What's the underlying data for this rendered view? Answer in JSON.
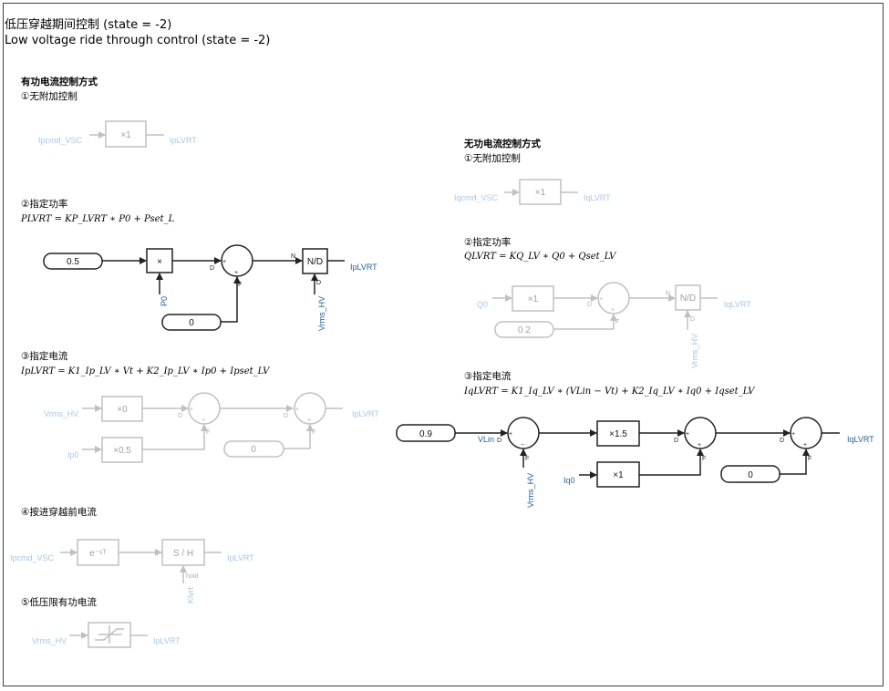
{
  "title_cn": "低压穿越期间控制 (state = -2)",
  "title_en": "Low voltage ride through control (state = -2)",
  "active": {
    "heading": "有功电流控制方式",
    "s1": {
      "label": "①无附加控制",
      "input": "Ipcmd_VSC",
      "gain": "×1",
      "output": "IpLVRT"
    },
    "s2": {
      "label": "②指定功率",
      "equation": "PLVRT = KP_LVRT ∗ P0 + Pset_L",
      "const_a": "0.5",
      "mult": "×",
      "input_p": "P0",
      "const_b": "0",
      "nd": "N/D",
      "input_v": "Vrms_HV",
      "output": "IpLVRT"
    },
    "s3": {
      "label": "③指定电流",
      "equation": "IpLVRT = K1_Ip_LV ∗ Vt + K2_Ip_LV ∗ Ip0 + Ipset_LV",
      "input_v": "Vrms_HV",
      "gain_a": "×0",
      "input_i": "Ip0",
      "gain_b": "×0.5",
      "const": "0",
      "output": "IpLVRT"
    },
    "s4": {
      "label": "④按进穿越前电流",
      "input": "Ipcmd_VSC",
      "delay": "e⁻ˢᵀ",
      "sh": "S / H",
      "hold": "hold",
      "hold_input": "Klvrt",
      "output": "IpLVRT"
    },
    "s5": {
      "label": "⑤低压限有功电流",
      "input": "Vrms_HV",
      "output": "IpLVRT"
    }
  },
  "reactive": {
    "heading": "无功电流控制方式",
    "s1": {
      "label": "①无附加控制",
      "input": "Iqcmd_VSC",
      "gain": "×1",
      "output": "IqLVRT"
    },
    "s2": {
      "label": "②指定功率",
      "equation": "QLVRT = KQ_LV ∗ Q0 + Qset_LV",
      "input_q": "Q0",
      "gain": "×1",
      "const": "0.2",
      "nd": "N/D",
      "input_v": "Vrms_HV",
      "output": "IqLVRT"
    },
    "s3": {
      "label": "③指定电流",
      "equation": "IqLVRT = K1_Iq_LV ∗ (VLin − Vt) + K2_Iq_LV ∗ Iq0 + Iqset_LV",
      "const_a": "0.9",
      "vlin": "VLin",
      "input_v": "Vrms_HV",
      "gain_a": "×1.5",
      "input_i": "Iq0",
      "gain_b": "×1",
      "const_b": "0",
      "output": "IqLVRT"
    }
  },
  "ports": {
    "D": "D",
    "F": "F",
    "N": "N",
    "plus": "+",
    "minus": "−"
  },
  "colors": {
    "signal": "#1f5f9a",
    "signal_disabled": "#a8c6e4",
    "block_disabled": "#c0c0c0",
    "frame": "#404040"
  }
}
